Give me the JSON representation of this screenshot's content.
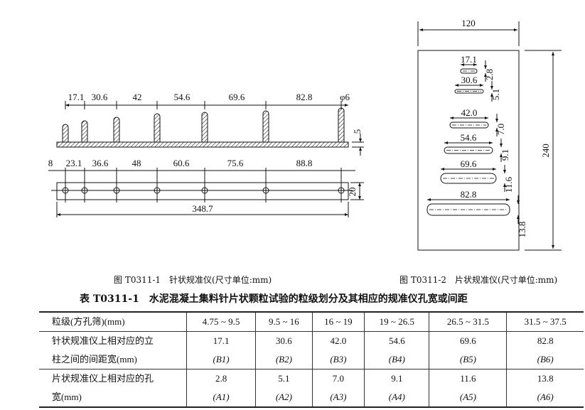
{
  "figure1": {
    "caption": "图 T0311-1　针状规准仪(尺寸单位:mm)",
    "top_dims": [
      "17.1",
      "30.6",
      "42",
      "54.6",
      "69.6",
      "82.8",
      "φ6"
    ],
    "height_dim": "5",
    "bottom_dims": [
      "8",
      "23.1",
      "36.6",
      "48",
      "60.6",
      "75.6",
      "88.8"
    ],
    "width_dim": "20",
    "total_length": "348.7"
  },
  "figure2": {
    "caption": "图 T0311-2　片状规准仪(尺寸单位:mm)",
    "width": "120",
    "height": "240",
    "slot_lengths": [
      "17.1",
      "30.6",
      "42.0",
      "54.6",
      "69.6",
      "82.8"
    ],
    "slot_widths": [
      "2.8",
      "5.1",
      "7.0",
      "9.1",
      "11.6",
      "13.8"
    ]
  },
  "table": {
    "title": "表 T0311-1　水泥混凝土集料针片状颗粒试验的粒级划分及其相应的规准仪孔宽或间距",
    "rows": [
      {
        "label": "粒级(方孔筛)(mm)",
        "cells": [
          "4.75 ~ 9.5",
          "9.5 ~ 16",
          "16 ~ 19",
          "19 ~ 26.5",
          "26.5 ~ 31.5",
          "31.5 ~ 37.5"
        ]
      },
      {
        "label_1": "针状规准仪上相对应的立",
        "label_2": "柱之间的间距宽(mm)",
        "cells": [
          "17.1",
          "30.6",
          "42.0",
          "54.6",
          "69.6",
          "82.8"
        ],
        "syms": [
          "(B1)",
          "(B2)",
          "(B3)",
          "(B4)",
          "(B5)",
          "(B6)"
        ]
      },
      {
        "label_1": "片状规准仪上相对应的孔",
        "label_2": "宽(mm)",
        "cells": [
          "2.8",
          "5.1",
          "7.0",
          "9.1",
          "11.6",
          "13.8"
        ],
        "syms": [
          "(A1)",
          "(A2)",
          "(A3)",
          "(A4)",
          "(A5)",
          "(A6)"
        ]
      }
    ]
  }
}
